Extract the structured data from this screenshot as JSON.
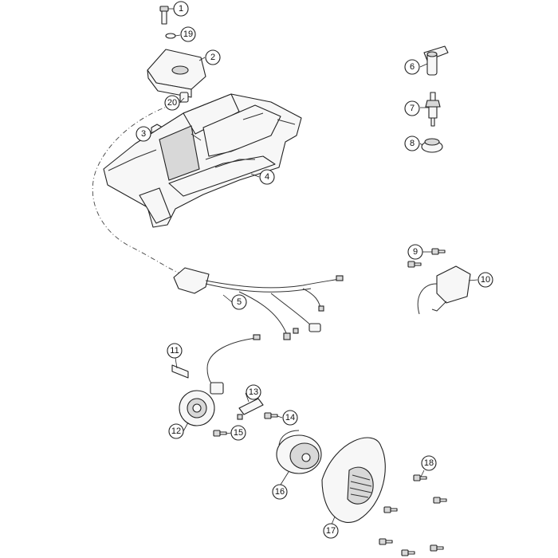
{
  "callouts": [
    {
      "id": "c1",
      "label": "1"
    },
    {
      "id": "c19",
      "label": "19"
    },
    {
      "id": "c2",
      "label": "2"
    },
    {
      "id": "c20",
      "label": "20"
    },
    {
      "id": "c3",
      "label": "3"
    },
    {
      "id": "c4",
      "label": "4"
    },
    {
      "id": "c6",
      "label": "6"
    },
    {
      "id": "c7",
      "label": "7"
    },
    {
      "id": "c8",
      "label": "8"
    },
    {
      "id": "c9",
      "label": "9"
    },
    {
      "id": "c10",
      "label": "10"
    },
    {
      "id": "c5",
      "label": "5"
    },
    {
      "id": "c11",
      "label": "11"
    },
    {
      "id": "c13",
      "label": "13"
    },
    {
      "id": "c14",
      "label": "14"
    },
    {
      "id": "c12",
      "label": "12"
    },
    {
      "id": "c15",
      "label": "15"
    },
    {
      "id": "c18",
      "label": "18"
    },
    {
      "id": "c16",
      "label": "16"
    },
    {
      "id": "c17",
      "label": "17"
    }
  ]
}
